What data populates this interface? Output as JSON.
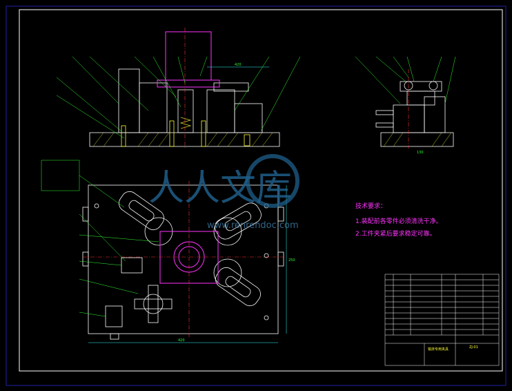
{
  "watermark": {
    "text": "人人文库",
    "url": "www.renrendoc.com"
  },
  "notes": {
    "title": "技术要求：",
    "lines": [
      "1.装配前各零件必须清洗干净。",
      "2.工件夹紧后要求稳定可靠。"
    ]
  },
  "dimensions": {
    "front_width": "420",
    "side_width": "130",
    "plan_width": "420",
    "plan_height": "250"
  },
  "title_block": {
    "name": "铣床专用夹具",
    "drawing_no": "ZJ-01"
  },
  "colors": {
    "outline": "#ffffff",
    "label": "#33ff33",
    "part": "#ff33ff",
    "dim": "#33ffff",
    "center": "#ff3333",
    "hatch": "#cccc33"
  }
}
